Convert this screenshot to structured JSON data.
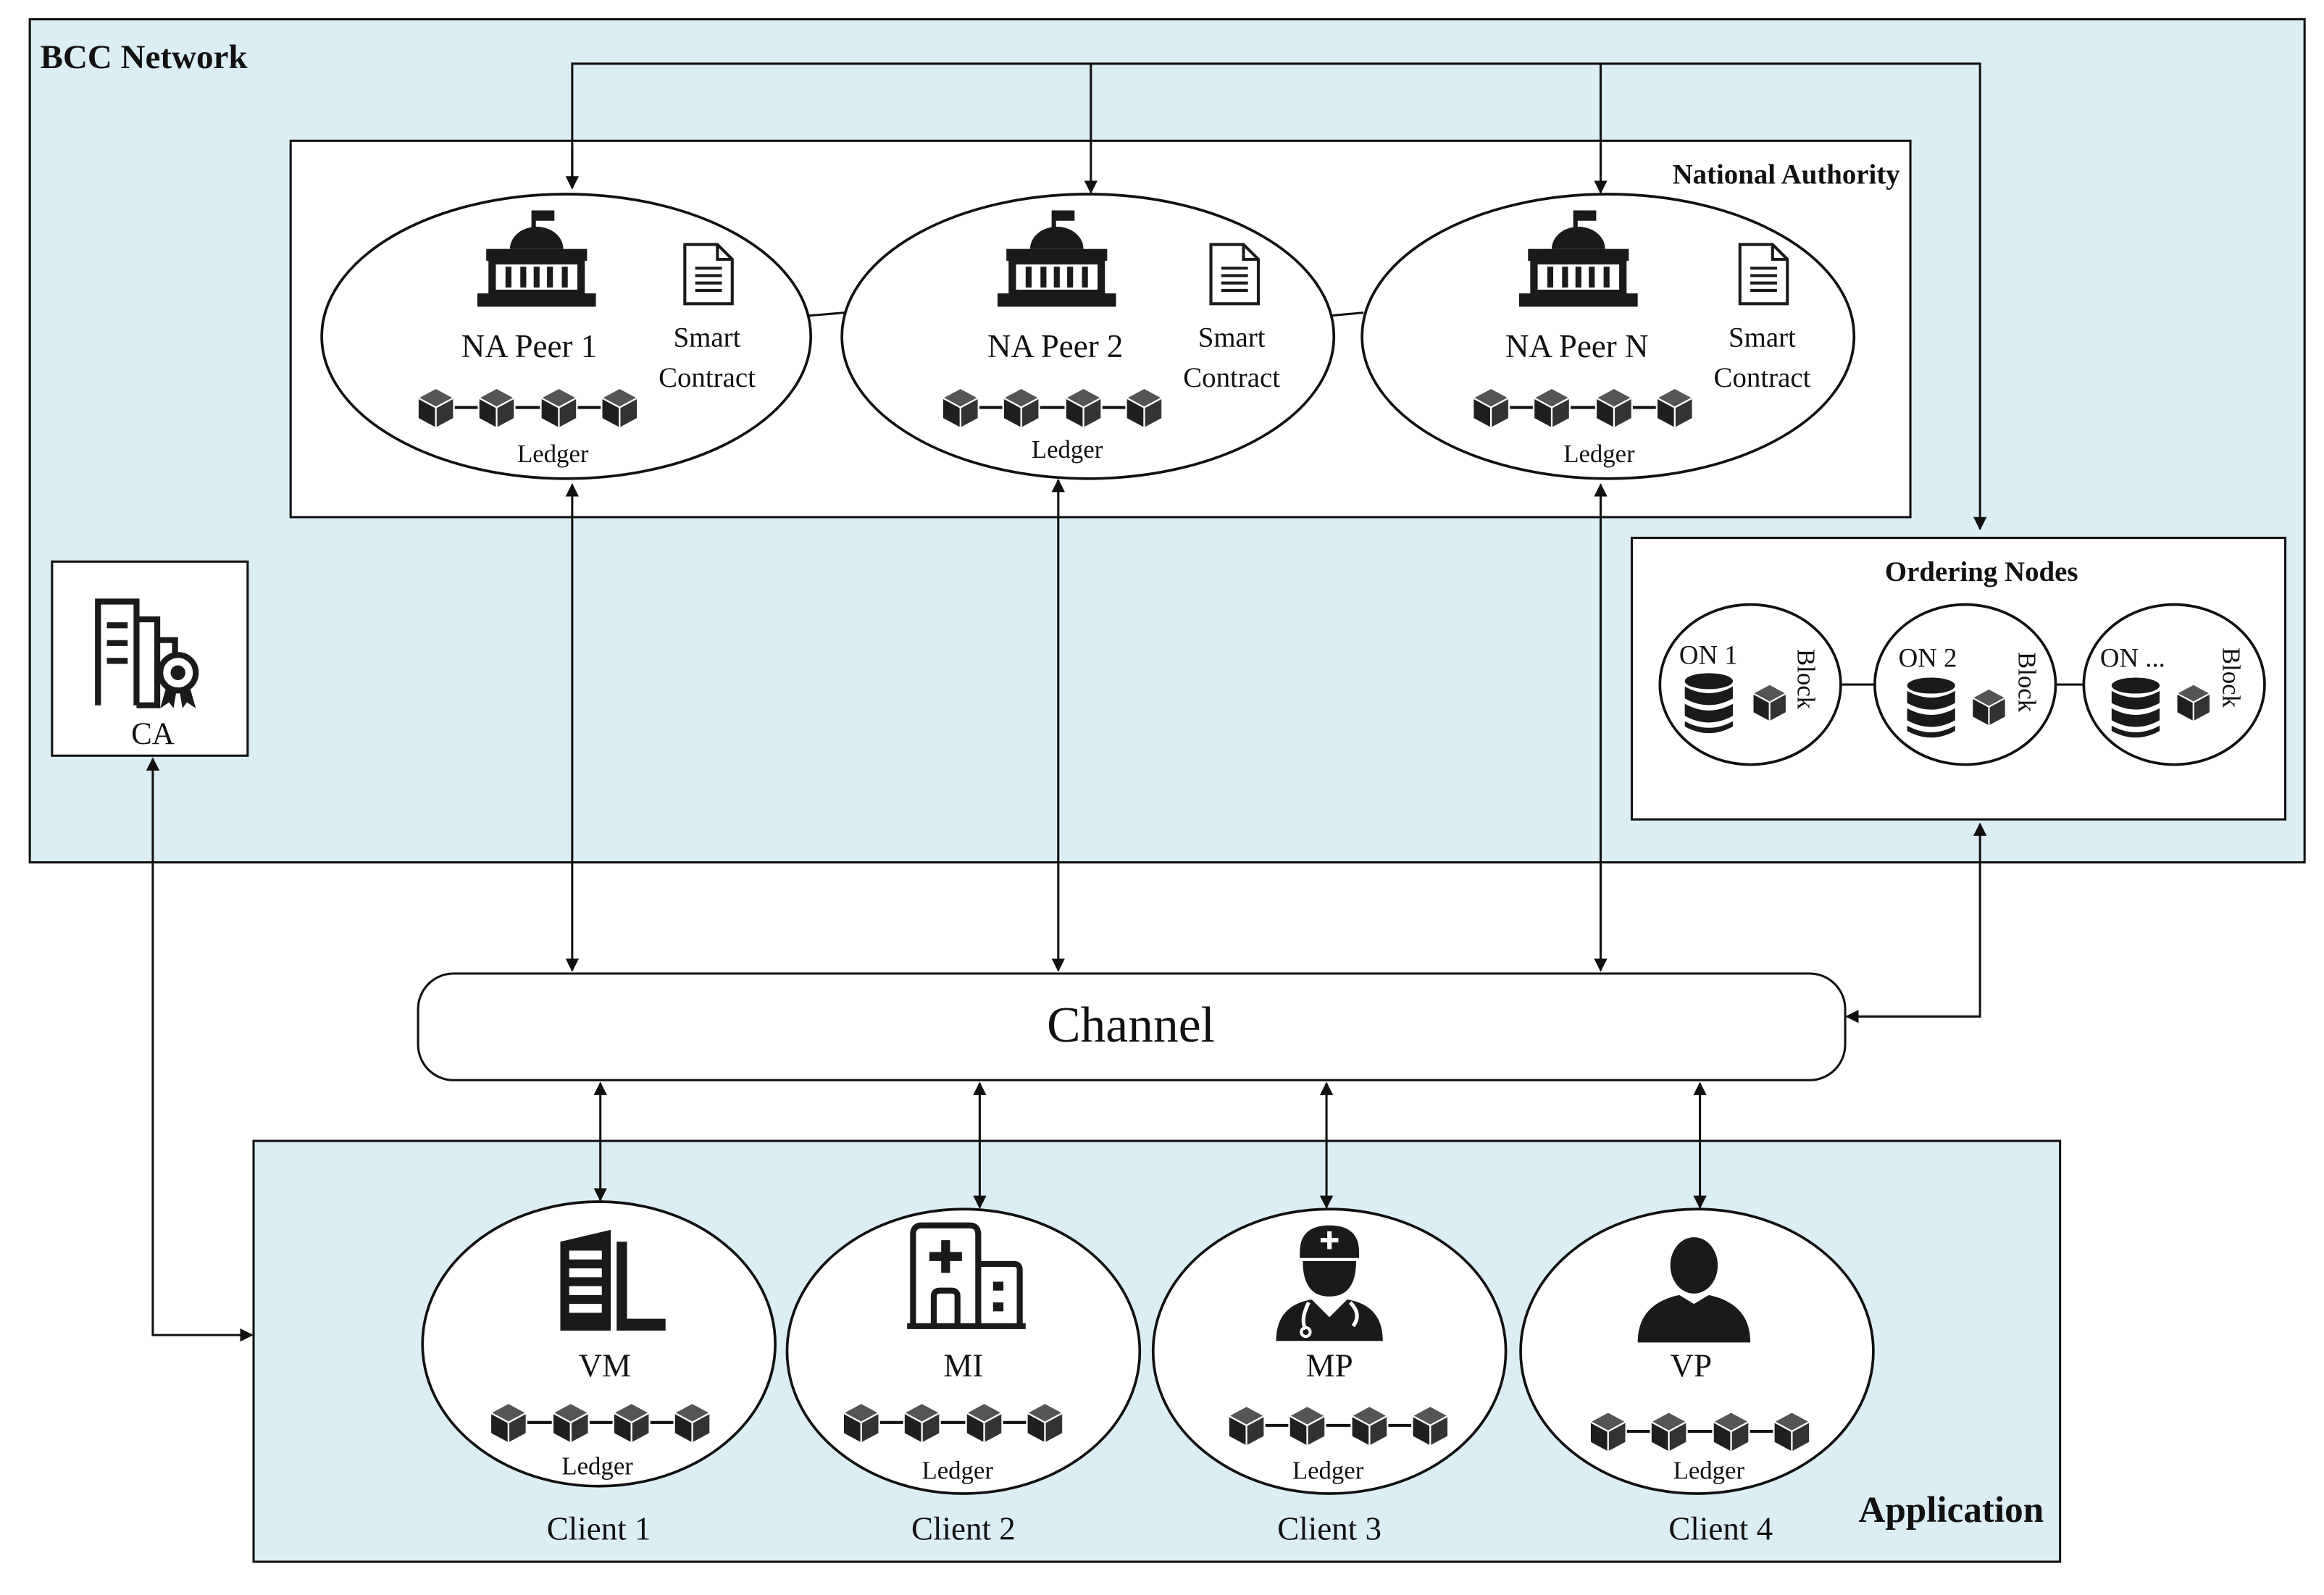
{
  "colors": {
    "panel_fill": "#dbeef4",
    "box_fill": "#ffffff",
    "stroke": "#111111",
    "icon": "#1a1a1a"
  },
  "network": {
    "title": "BCC Network"
  },
  "national_authority": {
    "title": "National Authority",
    "peers": [
      {
        "name": "NA Peer 1",
        "contract_line1": "Smart",
        "contract_line2": "Contract",
        "ledger": "Ledger",
        "icon": "government-building-icon"
      },
      {
        "name": "NA Peer 2",
        "contract_line1": "Smart",
        "contract_line2": "Contract",
        "ledger": "Ledger",
        "icon": "government-building-icon"
      },
      {
        "name": "NA Peer N",
        "contract_line1": "Smart",
        "contract_line2": "Contract",
        "ledger": "Ledger",
        "icon": "government-building-icon"
      }
    ]
  },
  "ca": {
    "label": "CA",
    "icon": "certificate-authority-icon"
  },
  "ordering": {
    "title": "Ordering Nodes",
    "nodes": [
      {
        "name": "ON 1",
        "block": "Block"
      },
      {
        "name": "ON 2",
        "block": "Block"
      },
      {
        "name": "ON ...",
        "block": "Block"
      }
    ]
  },
  "channel": {
    "label": "Channel"
  },
  "application": {
    "title": "Application",
    "clients": [
      {
        "role": "VM",
        "client": "Client 1",
        "ledger": "Ledger",
        "icon": "office-building-icon"
      },
      {
        "role": "MI",
        "client": "Client 2",
        "ledger": "Ledger",
        "icon": "hospital-icon"
      },
      {
        "role": "MP",
        "client": "Client 3",
        "ledger": "Ledger",
        "icon": "doctor-icon"
      },
      {
        "role": "VP",
        "client": "Client 4",
        "ledger": "Ledger",
        "icon": "person-icon"
      }
    ]
  }
}
